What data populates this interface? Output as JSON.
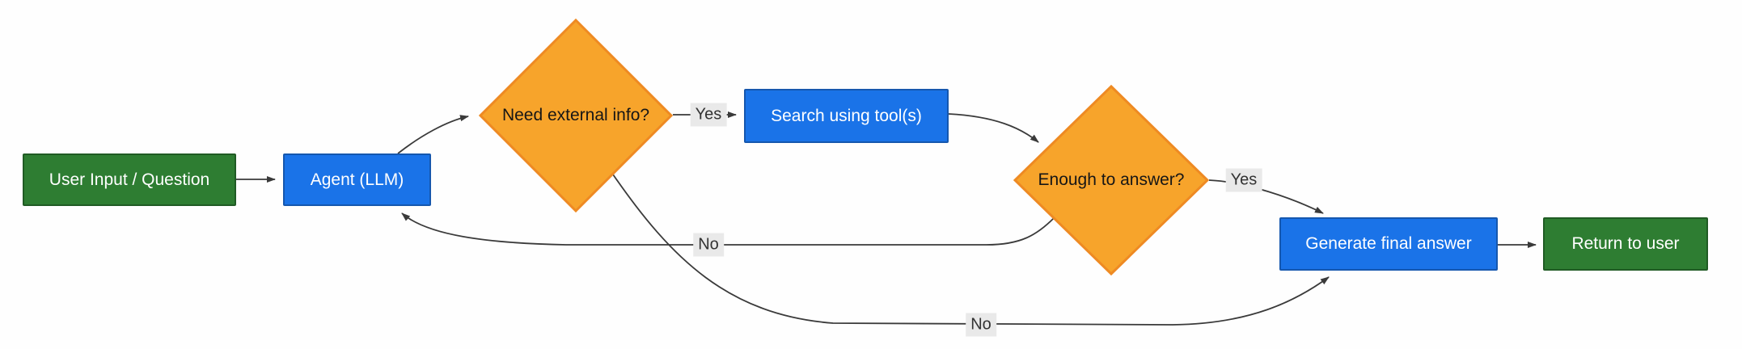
{
  "diagram": {
    "type": "flowchart",
    "nodes": [
      {
        "id": "user-input",
        "label": "User Input / Question",
        "shape": "rect",
        "color": "green"
      },
      {
        "id": "agent-llm",
        "label": "Agent (LLM)",
        "shape": "rect",
        "color": "blue"
      },
      {
        "id": "need-info",
        "label": "Need external info?",
        "shape": "diamond",
        "color": "orange"
      },
      {
        "id": "search-tools",
        "label": "Search using tool(s)",
        "shape": "rect",
        "color": "blue"
      },
      {
        "id": "enough-answer",
        "label": "Enough to answer?",
        "shape": "diamond",
        "color": "orange"
      },
      {
        "id": "generate-answer",
        "label": "Generate final answer",
        "shape": "rect",
        "color": "blue"
      },
      {
        "id": "return-user",
        "label": "Return to user",
        "shape": "rect",
        "color": "green"
      }
    ],
    "edge_labels": [
      {
        "id": "yes-need-info",
        "text": "Yes"
      },
      {
        "id": "yes-enough",
        "text": "Yes"
      },
      {
        "id": "no-enough",
        "text": "No"
      },
      {
        "id": "no-need-info",
        "text": "No"
      }
    ],
    "edges": [
      {
        "from": "user-input",
        "to": "agent-llm",
        "label": ""
      },
      {
        "from": "agent-llm",
        "to": "need-info",
        "label": ""
      },
      {
        "from": "need-info",
        "to": "search-tools",
        "label": "Yes"
      },
      {
        "from": "search-tools",
        "to": "enough-answer",
        "label": ""
      },
      {
        "from": "enough-answer",
        "to": "generate-answer",
        "label": "Yes"
      },
      {
        "from": "enough-answer",
        "to": "agent-llm",
        "label": "No"
      },
      {
        "from": "need-info",
        "to": "generate-answer",
        "label": "No"
      },
      {
        "from": "generate-answer",
        "to": "return-user",
        "label": ""
      }
    ],
    "colors": {
      "terminal_fill": "#2e7d32",
      "terminal_border": "#205b24",
      "process_fill": "#1a73e8",
      "process_border": "#1557ae",
      "decision_fill": "#f7a42b",
      "decision_border": "#ee8a23",
      "edge_line": "#3a3a3a",
      "edge_label_bg": "#e9e9e9",
      "edge_label_text": "#333333"
    }
  }
}
